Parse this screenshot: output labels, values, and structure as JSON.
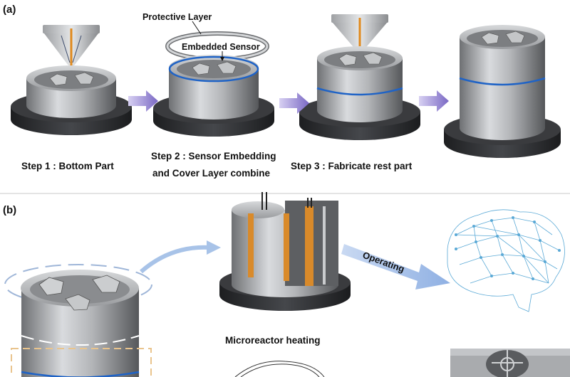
{
  "panels": {
    "a": "(a)",
    "b": "(b)"
  },
  "steps": {
    "step1": "Step 1 : Bottom Part",
    "step2_line1": "Step 2 : Sensor Embedding",
    "step2_line2": "and Cover Layer combine",
    "step3": "Step 3 : Fabricate rest part"
  },
  "callouts": {
    "protective_layer": "Protective Layer",
    "embedded_sensor": "Embedded Sensor"
  },
  "labels": {
    "operating": "Operating",
    "microreactor_heating": "Microreactor heating"
  },
  "colors": {
    "metal": "#a9abae",
    "base": "#2f3033",
    "arrow": "#8a7cc9",
    "sensor_ring": "#1f63c6",
    "heater": "#d98a2a",
    "brain": "#5aa9d6",
    "dash_outline": "#e9c48d"
  },
  "icons": {
    "nozzle": "print-nozzle-icon",
    "brain": "brain-network-icon"
  }
}
